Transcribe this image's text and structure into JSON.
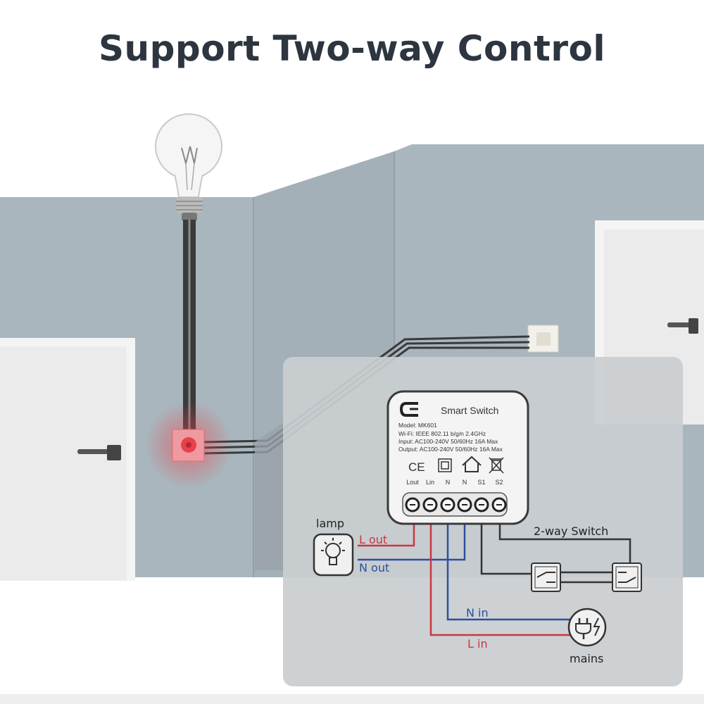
{
  "title": "Support Two-way Control",
  "device": {
    "brand": "Smart Switch",
    "model": "Model: MK601",
    "wifi": "Wi-Fi: IEEE  802.11  b/g/n 2.4GHz",
    "input": "Input: AC100-240V  50/60Hz  16A Max",
    "output": "Output: AC100-240V  50/60Hz  16A Max",
    "ce_mark": "CE",
    "terminals": [
      "Lout",
      "Lin",
      "N",
      "N",
      "S1",
      "S2"
    ]
  },
  "labels": {
    "lamp": "lamp",
    "l_out": "L out",
    "n_out": "N out",
    "two_way_switch": "2-way Switch",
    "n_in": "N in",
    "l_in": "L in",
    "mains": "mains"
  },
  "colors": {
    "wall": "#a9b6bd",
    "panel": "#c9cdd1",
    "live_wire": "#c8383f",
    "neutral_wire": "#2c4f9e",
    "switch_wire": "#333333",
    "highlight": "#e8414b"
  },
  "icons": {
    "lamp": "light-bulb-icon",
    "mains": "power-plug-icon",
    "house": "house-icon",
    "square": "double-insulation-icon",
    "weee": "weee-bin-icon"
  }
}
